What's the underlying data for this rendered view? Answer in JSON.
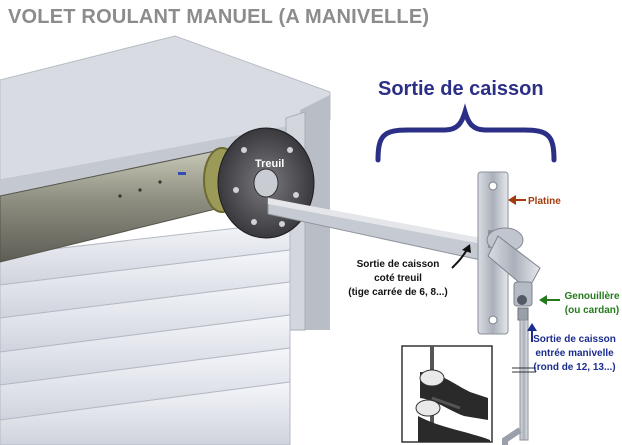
{
  "title": "VOLET ROULANT MANUEL (A MANIVELLE)",
  "sortie_title": "Sortie de caisson",
  "labels": {
    "treuil": "Treuil",
    "platine": "Platine",
    "cote_treuil": [
      "Sortie de caisson",
      "coté treuil",
      "(tige carrée de 6, 8...)"
    ],
    "genouillere": [
      "Genouillère",
      "(ou cardan)"
    ],
    "entree_manivelle": [
      "Sortie de caisson",
      "entrée manivelle",
      "(rond de 12, 13...)"
    ]
  },
  "colors": {
    "title": "#8c8c8c",
    "brace": "#2c2f86",
    "platine_arrow": "#a33b0c",
    "genouillere_arrow": "#247a1b",
    "entree_arrow": "#1b2d8f",
    "cote_arrow": "#111111"
  }
}
